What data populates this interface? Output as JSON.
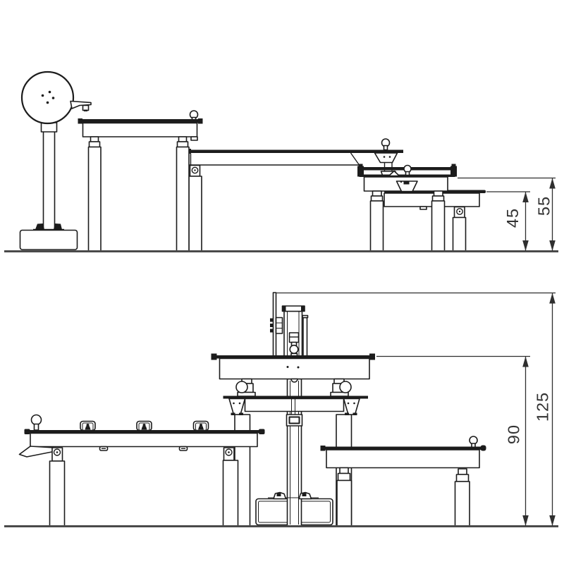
{
  "drawing_type": "two-view technical elevation drawing of playground sand-play tables",
  "colors": {
    "background": "#ffffff",
    "line": "#1c1c1c",
    "ground": "#4a4a4a",
    "dimension": "#2f2f2f",
    "dimension_text": "#333333"
  },
  "views": {
    "side_elevation": {
      "dimensions": {
        "d45": "45",
        "d55": "55"
      }
    },
    "front_elevation": {
      "dimensions": {
        "d90": "90",
        "d125": "125"
      }
    }
  }
}
